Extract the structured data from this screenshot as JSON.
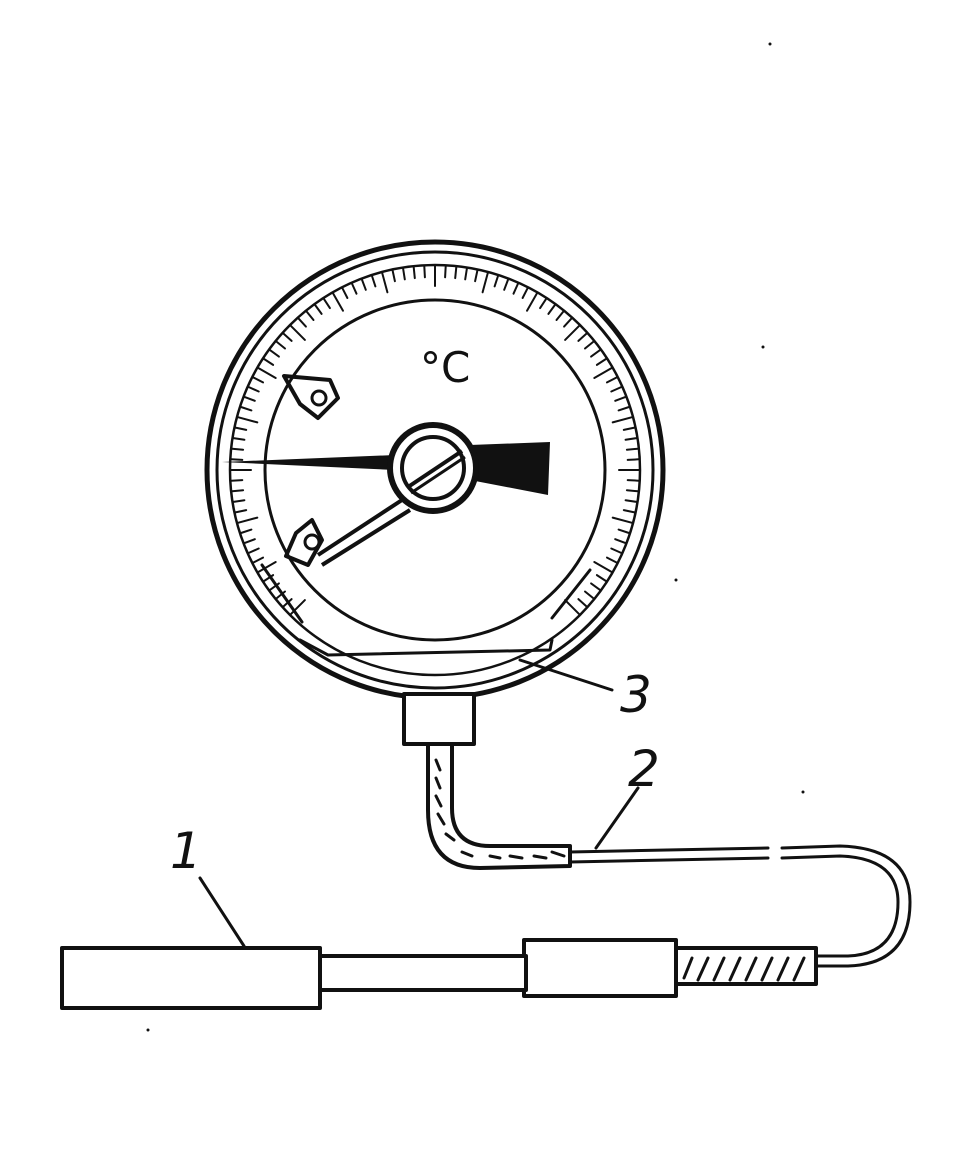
{
  "diagram": {
    "dial_unit": "°C",
    "callouts": [
      {
        "id": "1",
        "label": "1"
      },
      {
        "id": "2",
        "label": "2"
      },
      {
        "id": "3",
        "label": "3"
      }
    ]
  },
  "colors": {
    "ink": "#111111",
    "paper": "#ffffff"
  }
}
